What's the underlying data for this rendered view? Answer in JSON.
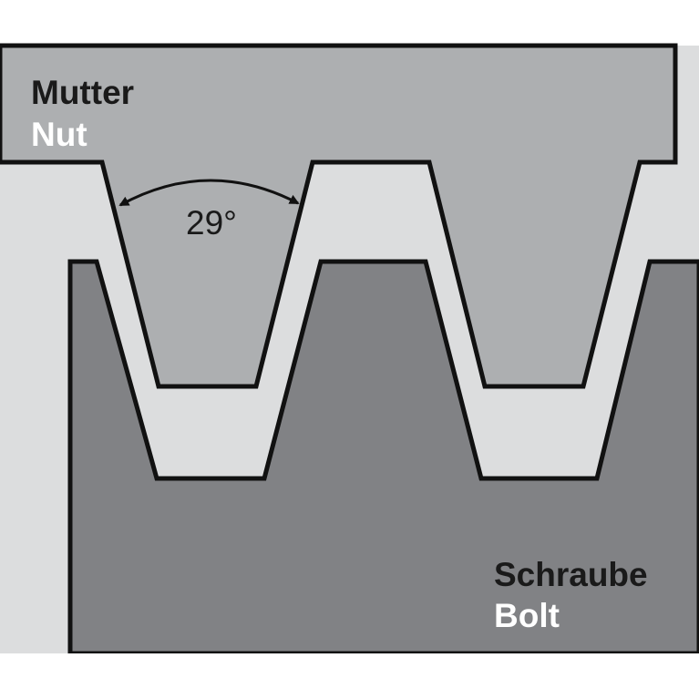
{
  "diagram": {
    "title": "",
    "colors": {
      "background": "#ffffff",
      "clearance": "#dcddde",
      "nut": "#adafb1",
      "bolt": "#818285",
      "outline": "#111111",
      "dark_text": "#1a1a1a",
      "light_text": "#ffffff"
    },
    "nut": {
      "label_de": "Mutter",
      "label_en": "Nut"
    },
    "bolt": {
      "label_de": "Schraube",
      "label_en": "Bolt"
    },
    "thread_angle": {
      "value": 29,
      "label": "29°"
    }
  }
}
